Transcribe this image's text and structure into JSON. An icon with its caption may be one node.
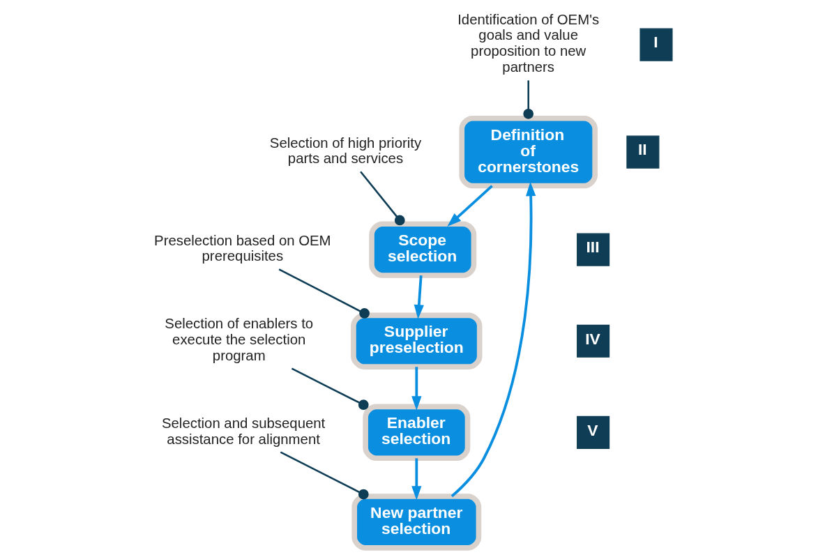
{
  "diagram": {
    "nodes": [
      {
        "text": [
          "Definition of cornerstones"
        ]
      },
      {
        "text": [
          "Scope selection"
        ]
      },
      {
        "text": [
          "Supplier preselection"
        ]
      },
      {
        "text": [
          "Enabler selection"
        ]
      },
      {
        "text": [
          "New partner selection"
        ]
      },
      {
        "text": [
          "I"
        ]
      },
      {
        "text": [
          "Identification of OEM's goals and value proposition to new partners"
        ]
      },
      {
        "text": [
          "II"
        ]
      },
      {
        "text": [
          "Selection of high priority parts and services"
        ]
      },
      {
        "text": [
          "III"
        ]
      },
      {
        "text": [
          "Preselection based on OEM prerequisites"
        ]
      },
      {
        "text": [
          "IV"
        ]
      },
      {
        "text": [
          "Selection of enablers to execute the selection program"
        ]
      },
      {
        "text": [
          "V"
        ]
      },
      {
        "text": [
          "Selection and subsequent assistance for alignment"
        ]
      }
    ],
    "edges": [
      {
        "from": 0,
        "to": 1,
        "arrow": "to"
      },
      {
        "from": 1,
        "to": 2,
        "arrow": "to"
      },
      {
        "from": 2,
        "to": 3,
        "arrow": "to"
      },
      {
        "from": 3,
        "to": 4,
        "arrow": "to"
      },
      {
        "from": 4,
        "to": 0,
        "arrow": "to"
      },
      {
        "from": 6,
        "to": 0,
        "arrow": "other",
        "color": "#0e3d55"
      },
      {
        "from": 8,
        "to": 1,
        "arrow": "other",
        "color": "#0e3d55"
      },
      {
        "from": 10,
        "to": 2,
        "arrow": "other",
        "color": "#0e3d55"
      },
      {
        "from": 12,
        "to": 3,
        "arrow": "other",
        "color": "#0e3d55"
      },
      {
        "from": 14,
        "to": 4,
        "arrow": "other",
        "color": "#0e3d55"
      }
    ]
  }
}
